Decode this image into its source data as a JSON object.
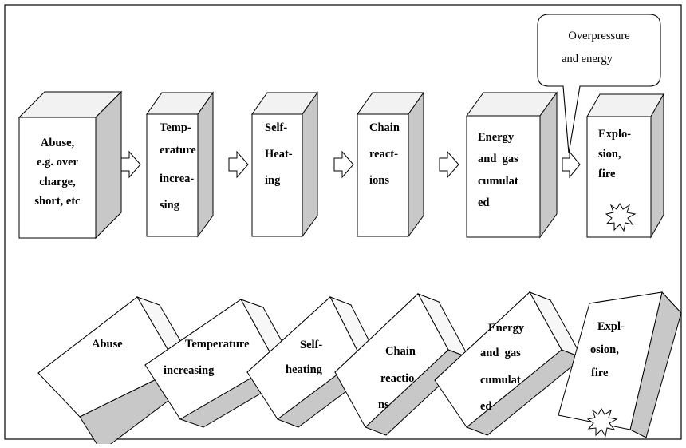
{
  "chain": [
    {
      "lines": [
        "Abuse,",
        "e.g. over",
        "charge,",
        "short, etc"
      ]
    },
    {
      "lines": [
        "Temp-",
        "erature",
        "increa-",
        "sing"
      ]
    },
    {
      "lines": [
        "Self-",
        "Heat-",
        "ing"
      ]
    },
    {
      "lines": [
        "Chain",
        "react-",
        "ions"
      ]
    },
    {
      "lines": [
        "Energy",
        "and  gas",
        "cumulat",
        "ed"
      ]
    },
    {
      "lines": [
        "Explo-",
        "sion,",
        "fire"
      ]
    }
  ],
  "callout": {
    "lines": [
      "Overpressure",
      "and energy"
    ]
  },
  "dominoes": [
    {
      "lines": [
        "Abuse"
      ]
    },
    {
      "lines": [
        "Temperature",
        "increasing"
      ]
    },
    {
      "lines": [
        "Self-",
        "heating"
      ]
    },
    {
      "lines": [
        "Chain",
        "reactio",
        "ns"
      ]
    },
    {
      "lines": [
        "Energy",
        "and  gas",
        "cumulat",
        "ed"
      ]
    },
    {
      "lines": [
        "Expl-",
        "osion,",
        "fire"
      ]
    }
  ],
  "colors": {
    "box_face": "#ffffff",
    "box_side": "#c8c8c8",
    "box_top": "#f2f2f2",
    "stroke": "#000000"
  }
}
